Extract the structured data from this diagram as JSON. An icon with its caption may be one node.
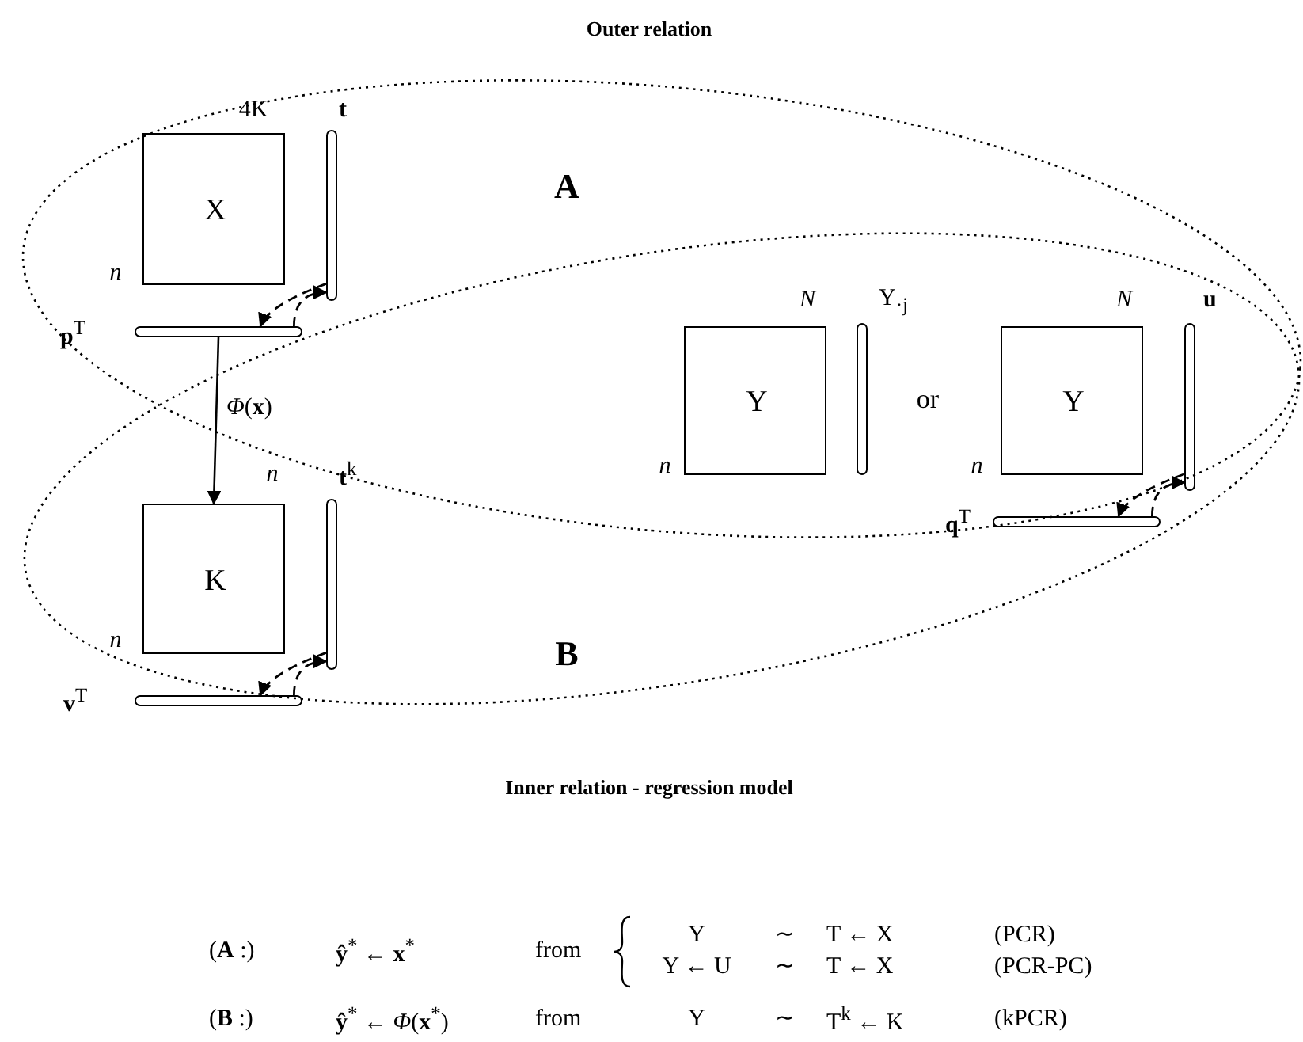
{
  "diagram": {
    "title": "Outer relation",
    "nodes": [
      {
        "text": [
          "X"
        ]
      },
      {
        "text": [],
        "shape": "bar",
        "beside": [
          "**t**"
        ]
      },
      {
        "text": [],
        "shape": "bar",
        "beside": [
          "**p**$^{T}$"
        ]
      },
      {
        "text": [
          "Y"
        ]
      },
      {
        "text": [],
        "shape": "bar",
        "beside": [
          "Y$_{·j}$"
        ]
      },
      {
        "text": [
          "Y"
        ]
      },
      {
        "text": [],
        "shape": "bar",
        "beside": [
          "**u**"
        ]
      },
      {
        "text": [],
        "shape": "bar",
        "beside": [
          "**q**$^{T}$"
        ]
      },
      {
        "text": [
          "K"
        ]
      },
      {
        "text": [],
        "shape": "bar",
        "beside": [
          "**t**$^{k}$"
        ]
      },
      {
        "text": [],
        "shape": "bar",
        "beside": [
          "**v**$^{T}$"
        ]
      }
    ],
    "edges": [
      {
        "from": 2,
        "to": 8,
        "arrow": "to",
        "label": "*Φ*(**x**)"
      },
      {
        "from": 1,
        "to": 2,
        "arrow": "to",
        "style": "dashed"
      },
      {
        "from": 2,
        "to": 1,
        "arrow": "to",
        "style": "dashed"
      },
      {
        "from": 6,
        "to": 7,
        "arrow": "to",
        "style": "dashed"
      },
      {
        "from": 7,
        "to": 6,
        "arrow": "to",
        "style": "dashed"
      },
      {
        "from": 9,
        "to": 10,
        "arrow": "to",
        "style": "dashed"
      },
      {
        "from": 10,
        "to": 9,
        "arrow": "to",
        "style": "dashed"
      }
    ],
    "labels": [
      "4K",
      "A",
      "n",
      "N",
      "N",
      "or",
      "n",
      "n",
      "n",
      "n",
      "B",
      "Inner relation - regression model",
      "(**A** :)",
      "**ŷ**$^{*}$ ← **x**$^{*}$",
      "from",
      "Y",
      "∼",
      "T ← X",
      "(PCR)",
      "Y ← U",
      "∼",
      "T ← X",
      "(PCR-PC)",
      "(**B** :)",
      "**ŷ**$^{*}$ ← *Φ*(**x**$^{*}$)",
      "from",
      "Y",
      "∼",
      "T$^{k}$ ← K",
      "(kPCR)"
    ]
  }
}
